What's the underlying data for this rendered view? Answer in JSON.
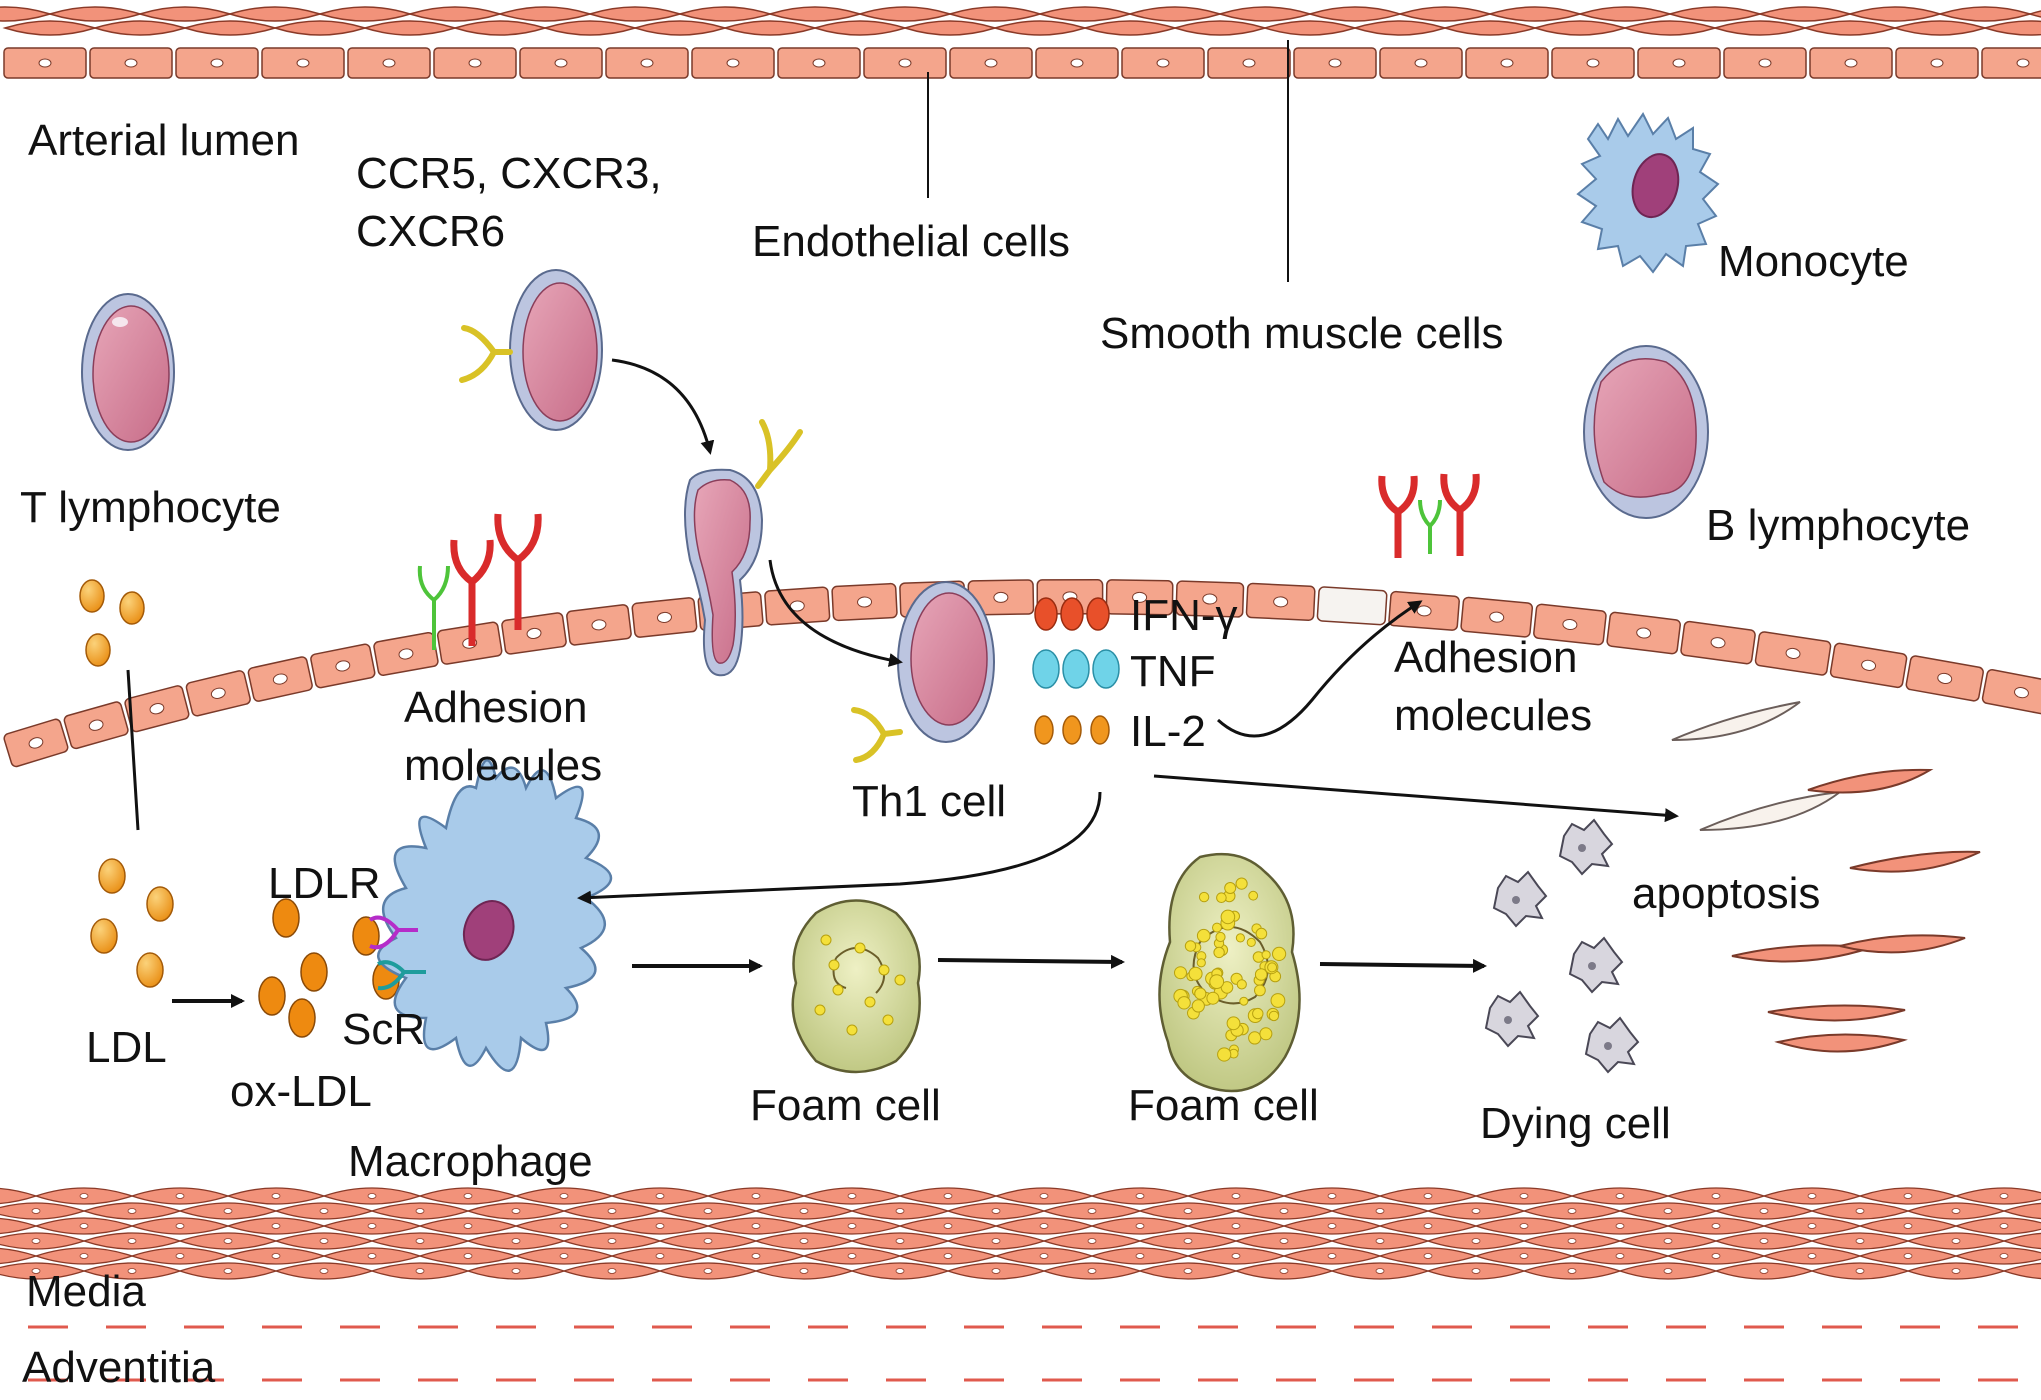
{
  "labels": {
    "arterial_lumen": "Arterial lumen",
    "receptors_line1": "CCR5, CXCR3,",
    "receptors_line2": "CXCR6",
    "endothelial_cells": "Endothelial cells",
    "smooth_muscle_cells": "Smooth muscle cells",
    "monocyte": "Monocyte",
    "t_lymphocyte": "T lymphocyte",
    "b_lymphocyte": "B lymphocyte",
    "adhesion_left_line1": "Adhesion",
    "adhesion_left_line2": "molecules",
    "adhesion_right_line1": "Adhesion",
    "adhesion_right_line2": "molecules",
    "th1_cell": "Th1 cell",
    "ifn": "IFN-γ",
    "tnf": "TNF",
    "il2": "IL-2",
    "ldlr": "LDLR",
    "scr": "ScR",
    "ldl": "LDL",
    "ox_ldl": "ox-LDL",
    "macrophage": "Macrophage",
    "foam_cell_1": "Foam cell",
    "foam_cell_2": "Foam cell",
    "dying_cell": "Dying cell",
    "apoptosis": "apoptosis",
    "media": "Media",
    "adventitia": "Adventitia"
  },
  "colors": {
    "smooth_muscle": "#F2927A",
    "endothelial": "#F4A58C",
    "cell_membrane": "#B9C3DE",
    "nucleus": "#D7839C",
    "ldl": "#F0A020",
    "ox_ldl": "#EE8A10",
    "macrophage": "#A9CBEA",
    "foam_cell": "#C9D28A",
    "receptor_red": "#D92B2B",
    "receptor_green": "#4EC43A",
    "receptor_yellow": "#D9C226",
    "ifn": "#E8502A",
    "tnf": "#6FD3E8",
    "il2": "#F0961E",
    "dashed_line": "#E05A4E"
  }
}
